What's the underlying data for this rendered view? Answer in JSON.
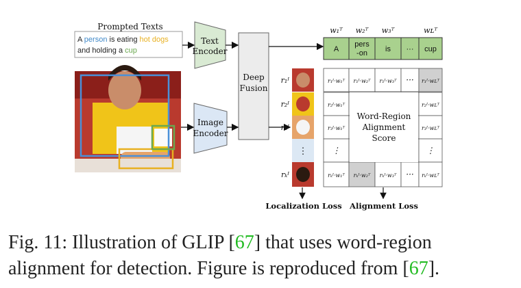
{
  "prompt": {
    "header": "Prompted Texts",
    "line1": [
      {
        "text": "A ",
        "color": "#222222"
      },
      {
        "text": "person",
        "color": "#3f88c8"
      },
      {
        "text": " is eating ",
        "color": "#222222"
      },
      {
        "text": "hot dogs",
        "color": "#e8b020"
      },
      {
        "text": "",
        "color": "#222222"
      }
    ],
    "line2": [
      {
        "text": "and holding a ",
        "color": "#222222"
      },
      {
        "text": "cup",
        "color": "#6aa84f"
      }
    ]
  },
  "encoders": {
    "text": [
      "Text",
      "Encoder"
    ],
    "image": [
      "Image",
      "Encoder"
    ]
  },
  "fusion": [
    "Deep",
    "Fusion"
  ],
  "word_tokens": [
    "A",
    "pers\n-on",
    "is",
    "···",
    "cup"
  ],
  "word_headers": [
    "w₁ᵀ",
    "w₂ᵀ",
    "w₃ᵀ",
    "",
    "wʟᵀ"
  ],
  "region_labels": [
    "r₁ᴵ",
    "r₂ᴵ",
    "r₃ᴵ",
    "⋮",
    "rₖᴵ"
  ],
  "grid": [
    [
      "r₁ᴵ·w₁ᵀ",
      "r₁ᴵ·w₂ᵀ",
      "r₁ᴵ·w₃ᵀ",
      "···",
      "r₁ᴵ·wʟᵀ"
    ],
    [
      "r₂ᴵ·w₁ᵀ",
      "",
      "",
      "",
      "r₂ᴵ·wʟᵀ"
    ],
    [
      "r₃ᴵ·w₁ᵀ",
      "",
      "",
      "",
      "r₃ᴵ·wʟᵀ"
    ],
    [
      "⋮",
      "",
      "",
      "",
      "⋮"
    ],
    [
      "rₖᴵ·w₁ᵀ",
      "rₖᴵ·w₂ᵀ",
      "rₖᴵ·w₃ᵀ",
      "···",
      "rₖᴵ·wʟᵀ"
    ]
  ],
  "grid_center": [
    "Word-Region",
    "Alignment",
    "Score"
  ],
  "losses": {
    "localization": "Localization Loss",
    "alignment": "Alignment Loss"
  },
  "caption": {
    "line1": [
      {
        "text": "Fig. 11: Illustration of GLIP [",
        "ref": false
      },
      {
        "text": "67",
        "ref": true
      },
      {
        "text": "] that uses word-region",
        "ref": false
      }
    ],
    "line2": [
      {
        "text": "alignment for detection. Figure is reproduced from [",
        "ref": false
      },
      {
        "text": "67",
        "ref": true
      },
      {
        "text": "].",
        "ref": false
      }
    ]
  },
  "colors": {
    "text_token_fill": "#a9d18e",
    "encoder_fill": "#d9ead3",
    "image_encoder_fill": "#dbe7f5",
    "fusion_fill": "#ececec",
    "highlight_cell": "#d0d0d0",
    "person_box": "#4a90d9",
    "hotdog_box": "#e8b020",
    "cup_box": "#6aa84f",
    "ellipsis_cell": "#dce8f4"
  }
}
